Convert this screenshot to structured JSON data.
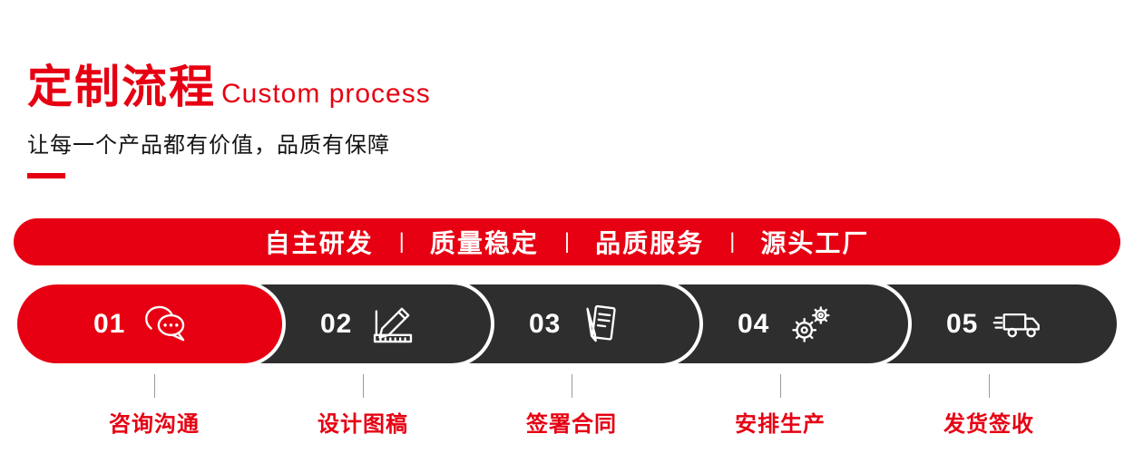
{
  "header": {
    "title_zh": "定制流程",
    "title_en": "Custom process",
    "subtitle": "让每一个产品都有价值，品质有保障"
  },
  "banner": {
    "items": [
      "自主研发",
      "质量稳定",
      "品质服务",
      "源头工厂"
    ],
    "separator": "|"
  },
  "steps": [
    {
      "number": "01",
      "label": "咨询沟通",
      "icon": "chat-bubbles-icon",
      "active": true
    },
    {
      "number": "02",
      "label": "设计图稿",
      "icon": "ruler-pencil-icon",
      "active": false
    },
    {
      "number": "03",
      "label": "签署合同",
      "icon": "contract-icon",
      "active": false
    },
    {
      "number": "04",
      "label": "安排生产",
      "icon": "gears-icon",
      "active": false
    },
    {
      "number": "05",
      "label": "发货签收",
      "icon": "truck-icon",
      "active": false
    }
  ],
  "colors": {
    "accent": "#e60012",
    "dark": "#2e2e2e"
  }
}
